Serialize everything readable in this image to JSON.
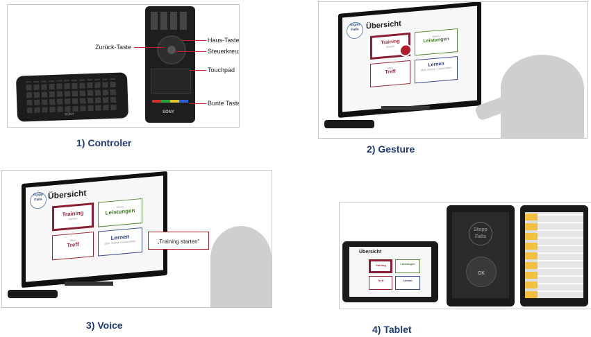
{
  "captions": {
    "controler": "1) Controler",
    "gesture": "2) Gesture",
    "voice": "3) Voice",
    "tablet": "4) Tablet"
  },
  "remote_labels": {
    "back": "Zurück-Taste",
    "home": "Haus-Taste",
    "dpad": "Steuerkreuz",
    "touchpad": "Touchpad",
    "colored": "Bunte Tasten",
    "brand": "SONY"
  },
  "app_screen": {
    "title": "Übersicht",
    "logo_line1": "Stopp",
    "logo_line2": "Falls",
    "tiles": [
      {
        "small": "",
        "big": "Training",
        "sub": "starten"
      },
      {
        "small": "Meine",
        "big": "Leistungen",
        "sub": ""
      },
      {
        "small": "Mein",
        "big": "Treff",
        "sub": ""
      },
      {
        "small": "",
        "big": "Lernen",
        "sub": "über Stürze / Gesundheit"
      }
    ]
  },
  "voice": {
    "bubble": "„Training starten\""
  },
  "tablet": {
    "center_button": "OK"
  },
  "colors": {
    "caption": "#1f3a6e",
    "tile_red": "#9a2a3a",
    "tile_green": "#3e7a25",
    "tile_blue": "#2d3b78",
    "leader_line": "#c0202a"
  }
}
